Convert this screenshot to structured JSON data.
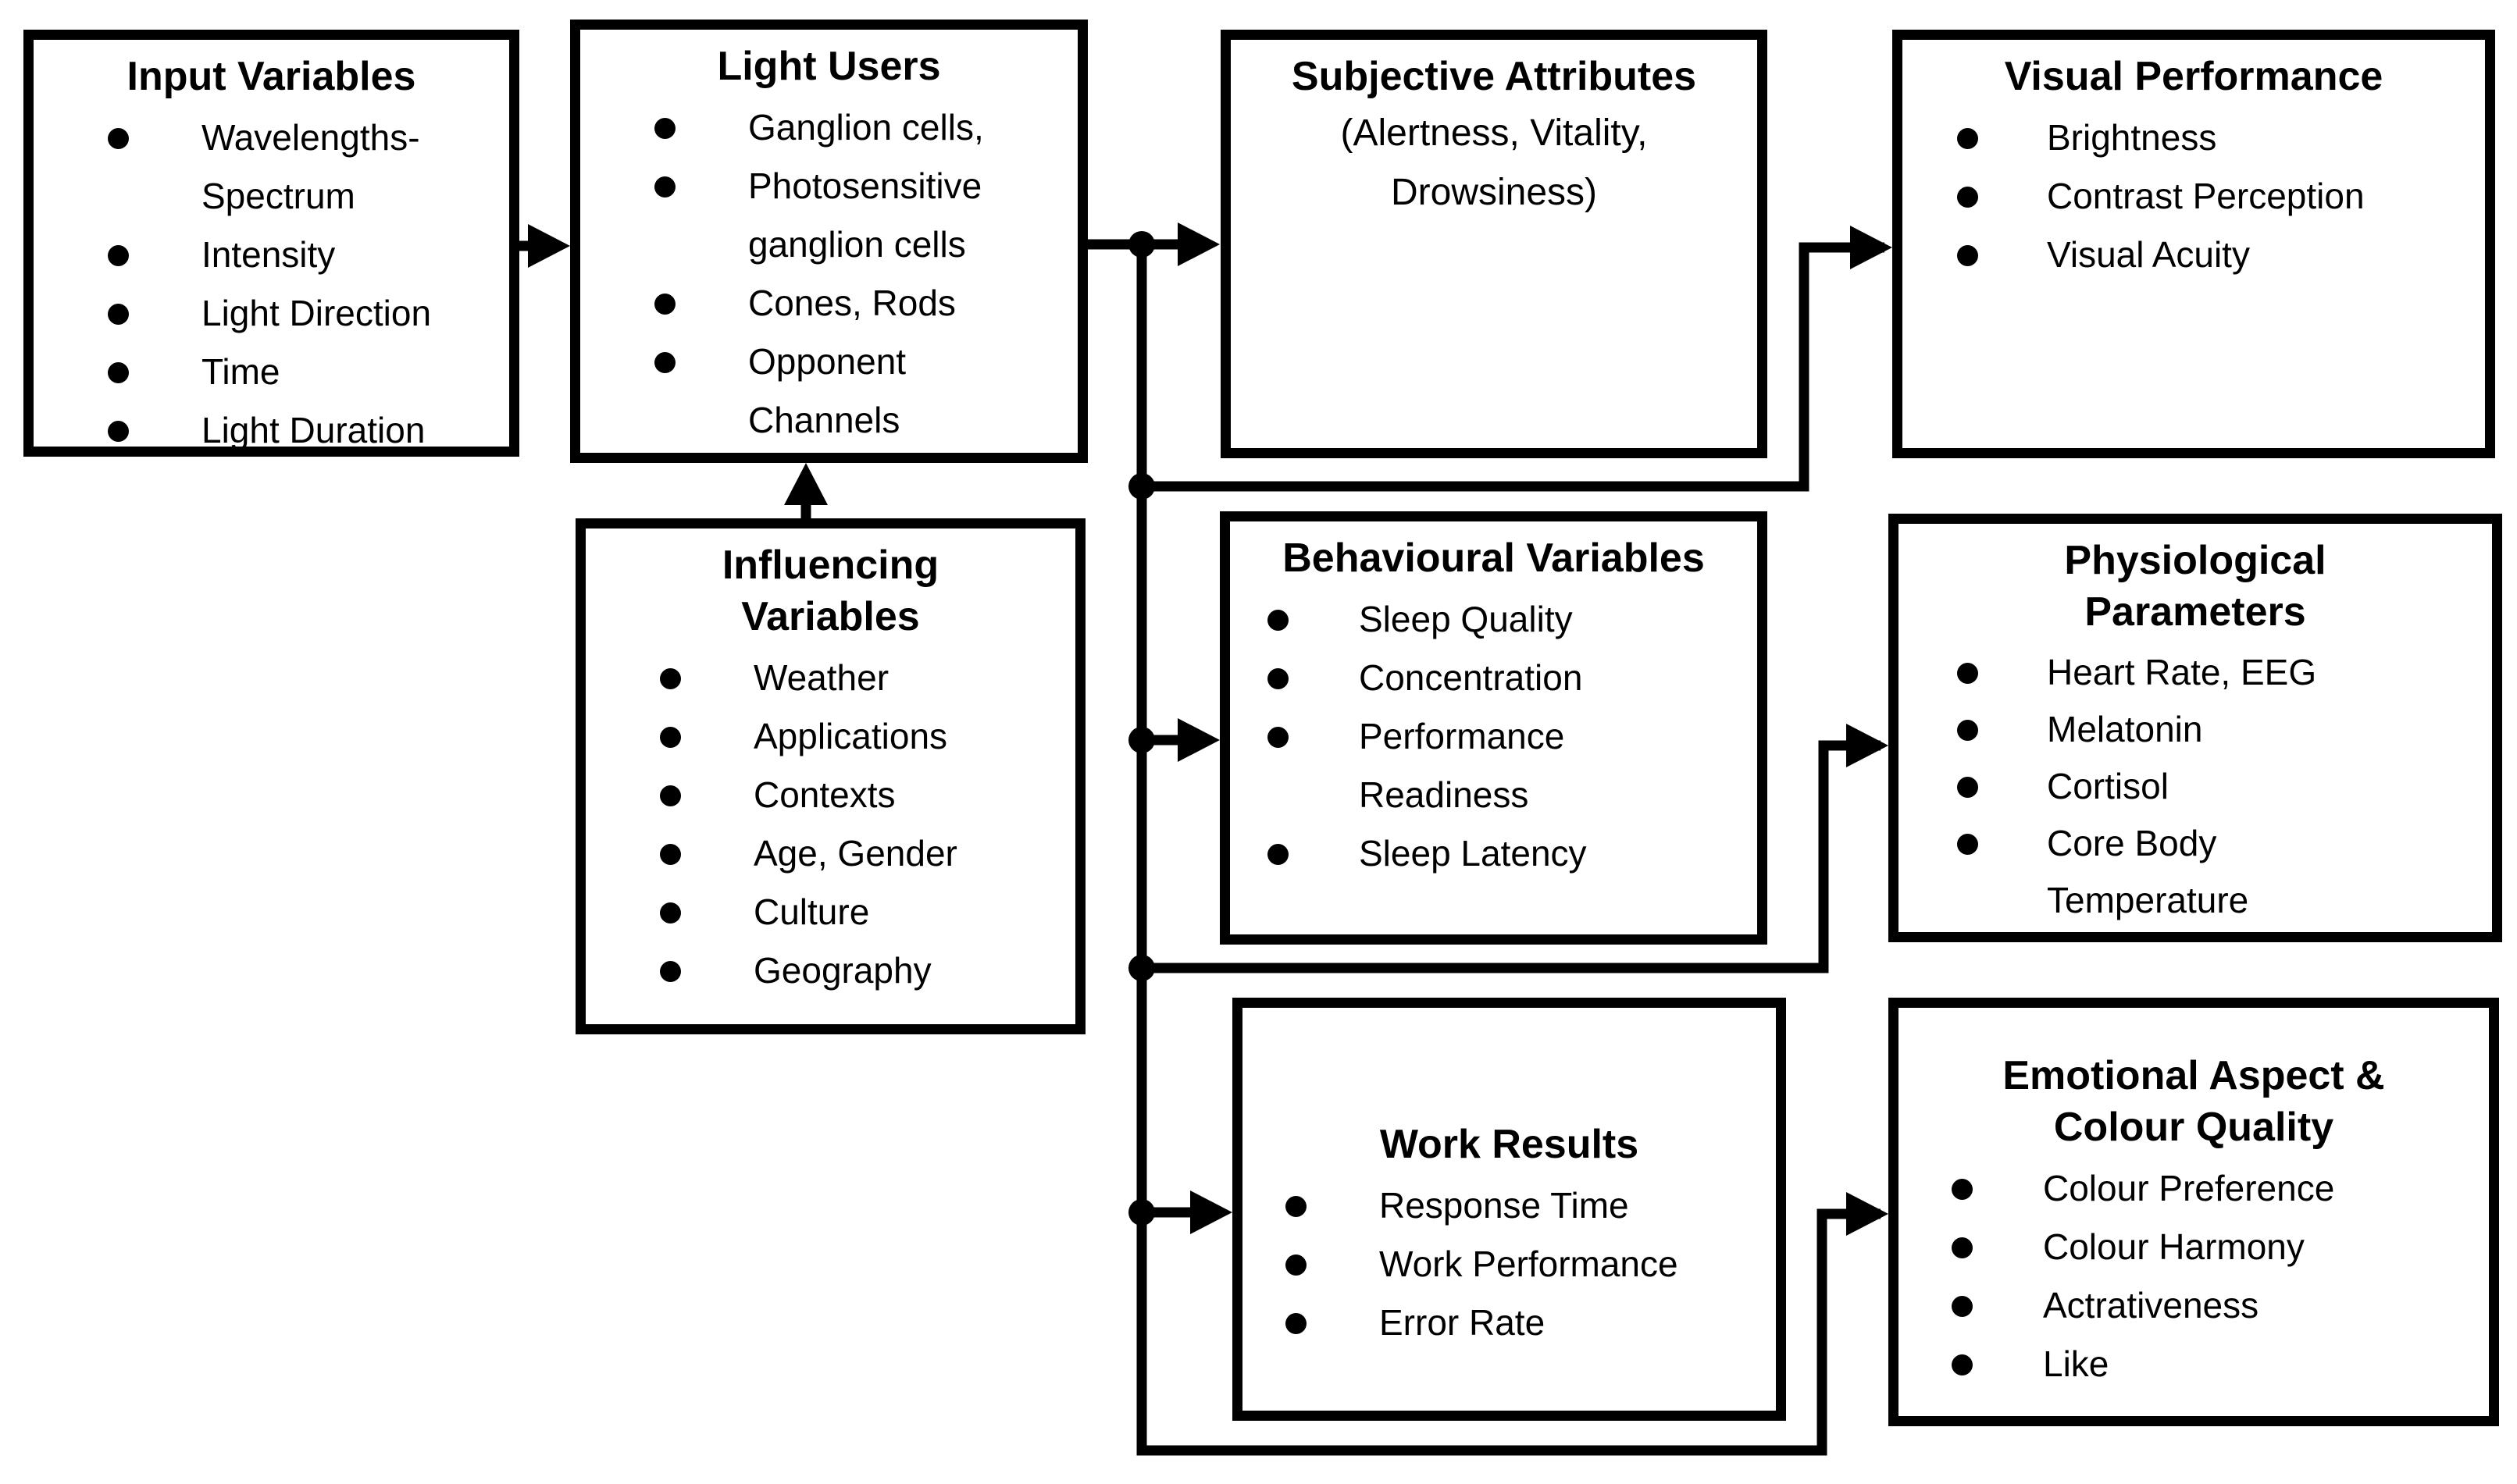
{
  "diagram": {
    "background_color": "#ffffff",
    "line_color": "#000000",
    "boxes": {
      "input_variables": {
        "title": "Input Variables",
        "items": [
          "Wavelengths-\nSpectrum",
          "Intensity",
          "Light Direction",
          "Time",
          "Light Duration"
        ]
      },
      "light_users": {
        "title": "Light Users",
        "items": [
          "Ganglion cells,",
          "Photosensitive\nganglion cells",
          "Cones, Rods",
          "Opponent\nChannels"
        ]
      },
      "subjective_attributes": {
        "title": "Subjective Attributes",
        "subtitle_lines": [
          "(Alertness, Vitality,",
          "Drowsiness)"
        ]
      },
      "visual_performance": {
        "title": "Visual Performance",
        "items": [
          "Brightness",
          "Contrast Perception",
          "Visual Acuity"
        ]
      },
      "influencing_variables": {
        "title": "Influencing\nVariables",
        "items": [
          "Weather",
          "Applications",
          "Contexts",
          "Age, Gender",
          "Culture",
          "Geography"
        ]
      },
      "behavioural_variables": {
        "title": "Behavioural Variables",
        "items": [
          "Sleep Quality",
          "Concentration",
          "Performance\nReadiness",
          "Sleep Latency"
        ]
      },
      "physiological_parameters": {
        "title": "Physiological\nParameters",
        "items": [
          "Heart Rate, EEG",
          "Melatonin",
          "Cortisol",
          "Core Body\nTemperature"
        ]
      },
      "work_results": {
        "title": "Work Results",
        "items": [
          "Response Time",
          "Work Performance",
          "Error Rate"
        ]
      },
      "emotional_aspect": {
        "title": "Emotional Aspect &\nColour Quality",
        "items": [
          "Colour Preference",
          "Colour Harmony",
          "Actrativeness",
          "Like"
        ]
      }
    },
    "edges": [
      {
        "from": "Input Variables",
        "to": "Light Users"
      },
      {
        "from": "Influencing Variables",
        "to": "Light Users"
      },
      {
        "from": "Light Users",
        "to": "Subjective Attributes"
      },
      {
        "from": "Light Users",
        "to": "Visual Performance"
      },
      {
        "from": "Light Users",
        "to": "Behavioural Variables"
      },
      {
        "from": "Light Users",
        "to": "Physiological Parameters"
      },
      {
        "from": "Light Users",
        "to": "Work Results"
      },
      {
        "from": "Light Users",
        "to": "Emotional Aspect & Colour Quality"
      }
    ]
  }
}
